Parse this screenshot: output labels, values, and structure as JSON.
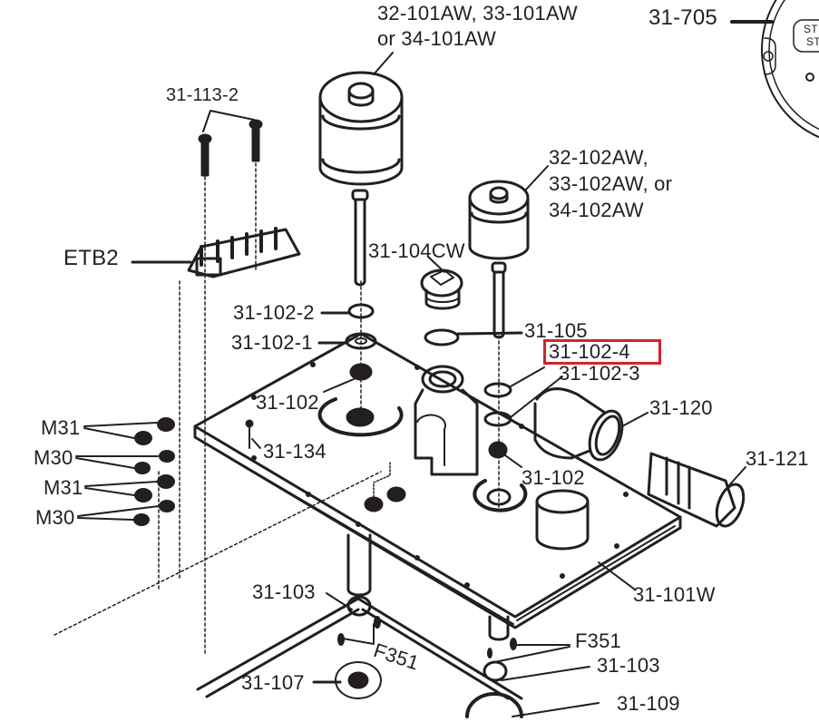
{
  "diagram": {
    "highlight_color": "#d2232a",
    "ink_color": "#231f20",
    "highlighted_part": "31-102-4",
    "labels": {
      "pump_large": [
        "32-101AW, 33-101AW",
        "or 34-101AW"
      ],
      "pump_small": [
        "32-102AW,",
        "33-102AW, or",
        "34-102AW"
      ],
      "cover": "31-705",
      "cover_text": [
        "ST",
        "ST"
      ],
      "screws": "31-113-2",
      "etb": "ETB2",
      "plug": "31-104CW",
      "washer_2": "31-102-2",
      "washer_1": "31-102-1",
      "oring": "31-105",
      "washer_4": "31-102-4",
      "washer_3": "31-102-3",
      "washer_left": "31-102",
      "washer_right": "31-102",
      "pin": "31-134",
      "elbow": "31-120",
      "fitting": "31-121",
      "m31_a": "M31",
      "m30_a": "M30",
      "m31_b": "M31",
      "m30_b": "M30",
      "plate": "31-101W",
      "foot_left": "31-103",
      "foot_right": "31-103",
      "f351_left": "F351",
      "f351_right": "F351",
      "bushing": "31-107",
      "part_109": "31-109"
    }
  }
}
